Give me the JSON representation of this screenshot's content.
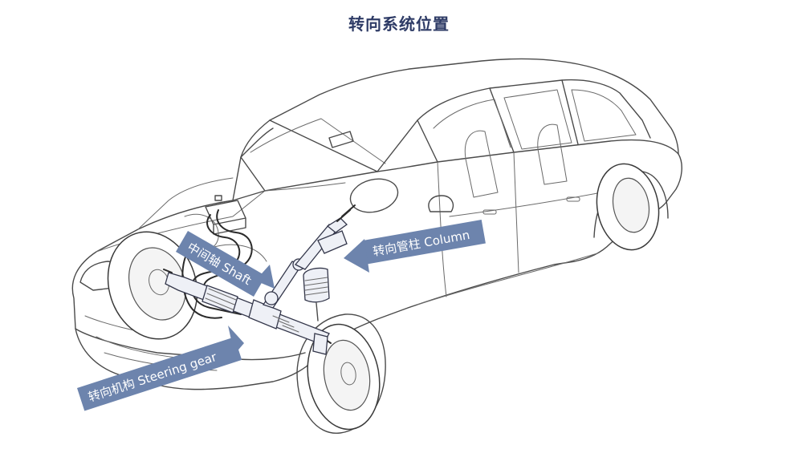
{
  "title": "转向系统位置",
  "labels": {
    "shaft": "中间轴 Shaft",
    "column": "转向管柱 Column",
    "steering_gear": "转向机构 Steering gear"
  },
  "colors": {
    "title": "#2e3b66",
    "label_band": "#6d84ad",
    "outline": "#4a4a4a"
  }
}
